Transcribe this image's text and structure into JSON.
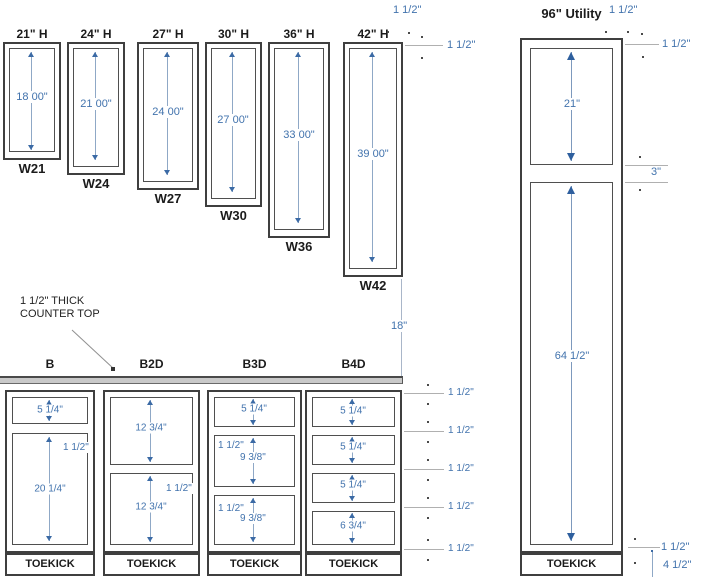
{
  "wall_section": {
    "cabinets": [
      {
        "title": "21\" H",
        "opening_dim": "18 00\"",
        "label": "W21"
      },
      {
        "title": "24\" H",
        "opening_dim": "21 00\"",
        "label": "W24"
      },
      {
        "title": "27\" H",
        "opening_dim": "24 00\"",
        "label": "W27"
      },
      {
        "title": "30\" H",
        "opening_dim": "27 00\"",
        "label": "W30"
      },
      {
        "title": "36\" H",
        "opening_dim": "33 00\"",
        "label": "W36"
      },
      {
        "title": "42\" H",
        "opening_dim": "39 00\"",
        "label": "W42"
      }
    ],
    "top_rail_dim": "1 1/2\"",
    "side_rail_dim": "1 1/2\""
  },
  "gap_dim": "18\"",
  "countertop_note": {
    "line1": "1 1/2\" THICK",
    "line2": "COUNTER TOP"
  },
  "base_section": {
    "cabinets": [
      {
        "label": "B",
        "toekick": "TOEKICK",
        "drawer_dim": "5 1/4\"",
        "rail_dim": "1 1/2\"",
        "door_dim": "20 1/4\""
      },
      {
        "label": "B2D",
        "toekick": "TOEKICK",
        "drawer1_dim": "12 3/4\"",
        "rail_dim": "1 1/2\"",
        "drawer2_dim": "12 3/4\""
      },
      {
        "label": "B3D",
        "toekick": "TOEKICK",
        "drawer1_dim": "5 1/4\"",
        "rail2_dim": "1 1/2\"",
        "drawer2_dim": "9 3/8\"",
        "rail3_dim": "1 1/2\"",
        "drawer3_dim": "9 3/8\""
      },
      {
        "label": "B4D",
        "toekick": "TOEKICK",
        "drawer1_dim": "5 1/4\"",
        "drawer2_dim": "5 1/4\"",
        "drawer3_dim": "5 1/4\"",
        "drawer4_dim": "6 3/4\""
      }
    ],
    "right_rail_dims": [
      "1 1/2\"",
      "1 1/2\"",
      "1 1/2\"",
      "1 1/2\"",
      "1 1/2\""
    ]
  },
  "utility": {
    "title": "96\" Utility",
    "top_rail_dim": "1 1/2\"",
    "side_rail_dim": "1 1/2\"",
    "opening1_dim": "21\"",
    "mid_rail_dim": "3\"",
    "opening2_dim": "64 1/2\"",
    "bottom_rail_dim": "1 1/2\"",
    "toekick": "TOEKICK",
    "toekick_dim": "4 1/2\""
  },
  "colors": {
    "dim_text": "#4273ad",
    "line": "#3f3f3f",
    "leader": "#b0b0b0",
    "countertop_fill": "#c9c9c9"
  }
}
